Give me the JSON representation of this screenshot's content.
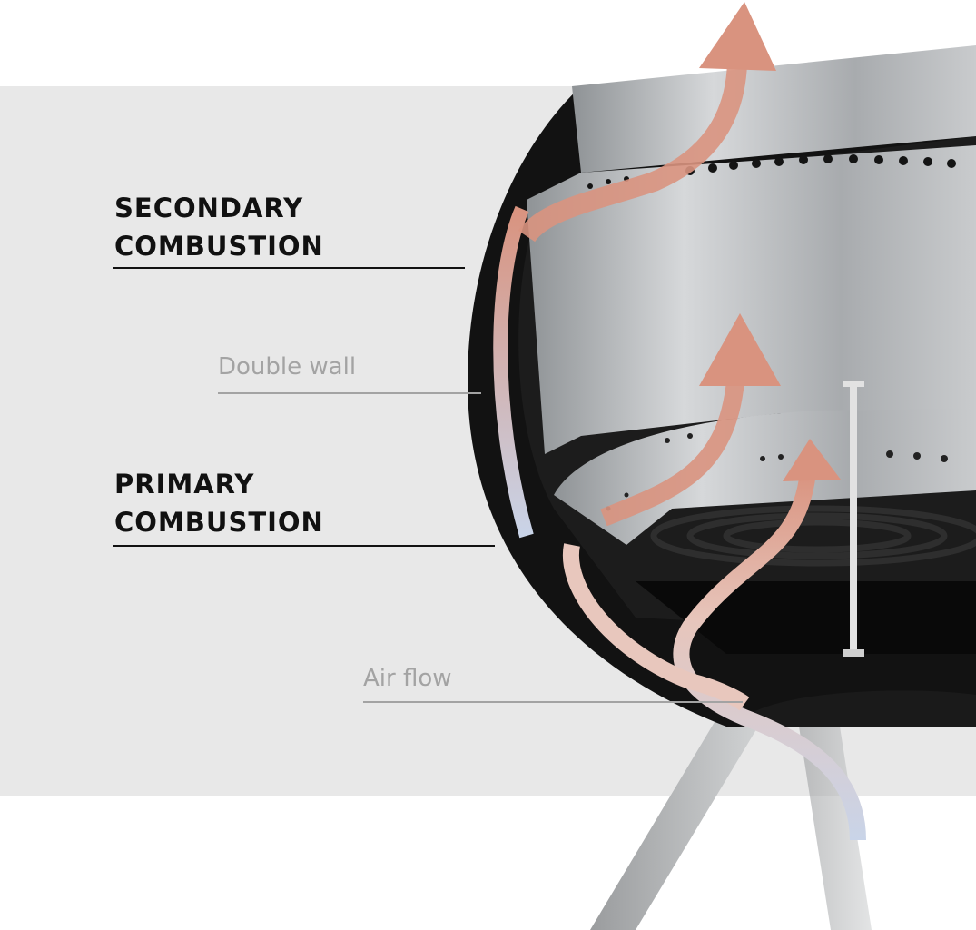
{
  "labels": {
    "secondary_line1": "SECONDARY",
    "secondary_line2": "COMBUSTION",
    "double_wall": "Double wall",
    "primary_line1": "PRIMARY",
    "primary_line2": "COMBUSTION",
    "air_flow": "Air flow"
  },
  "colors": {
    "band": "#e8e8e8",
    "heat_arrow": "#d9937f",
    "air_arrow": "#c9d4e8",
    "shell": "#111111",
    "steel": "#b9bcbf"
  }
}
